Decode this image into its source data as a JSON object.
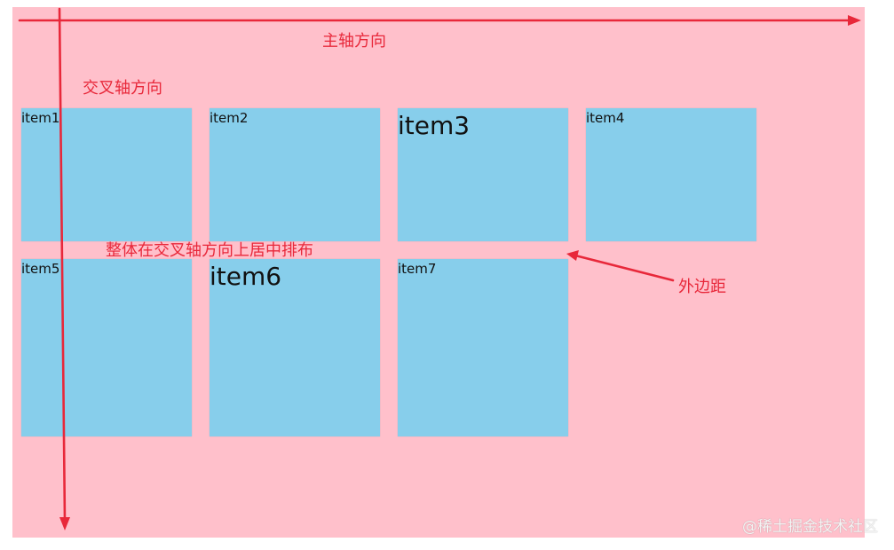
{
  "annotations": {
    "main_axis": "主轴方向",
    "cross_axis": "交叉轴方向",
    "center_note": "整体在交叉轴方向上居中排布",
    "margin": "外边距"
  },
  "items": [
    "item1",
    "item2",
    "item3",
    "item4",
    "item5",
    "item6",
    "item7"
  ],
  "watermark": "@稀土掘金技术社区",
  "colors": {
    "container": "#ffc0cb",
    "item": "#87ceeb",
    "annotation": "#e8283a"
  }
}
